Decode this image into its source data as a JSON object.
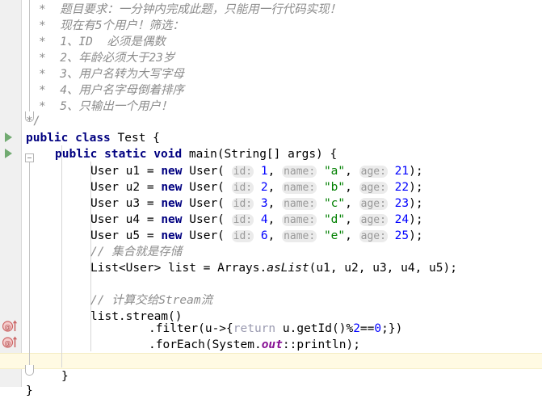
{
  "editor": {
    "language": "Java",
    "theme": "IntelliJ Light",
    "colors": {
      "background": "#ffffff",
      "gutter": "#f0f0f0",
      "caret_line": "#fffae3",
      "keyword": "#000080",
      "string": "#008000",
      "number": "#0000ff",
      "comment": "#8c8c8c",
      "static_field": "#871094",
      "inlay_hint_text": "#999999",
      "inlay_hint_background": "#ebebeb",
      "run_marker": "#5a9e5a",
      "lambda_marker": "#cc6666"
    },
    "gutter_icons": [
      {
        "name": "run-class-marker",
        "line": 9,
        "type": "run-triangle"
      },
      {
        "name": "run-method-marker",
        "line": 10,
        "type": "run-triangle"
      },
      {
        "name": "lambda-marker-filter",
        "line": 21,
        "type": "lambda-arrow"
      },
      {
        "name": "lambda-marker-foreach",
        "line": 22,
        "type": "lambda-arrow"
      }
    ],
    "comment_block": {
      "lines": [
        "*  题目要求：一分钟内完成此题，只能用一行代码实现！",
        "*  现在有5个用户！筛选：",
        "*  1、ID  必须是偶数",
        "*  2、年龄必须大于23岁",
        "*  3、用户名转为大写字母",
        "*  4、用户名字母倒着排序",
        "*  5、只输出一个用户！",
        "*/"
      ]
    },
    "class_declaration": {
      "modifier": "public",
      "keyword": "class",
      "name": "Test",
      "brace": "{"
    },
    "main_method": {
      "modifier": "public",
      "static_kw": "static",
      "return_type": "void",
      "name": "main",
      "params": "(String[] args)",
      "brace": "{"
    },
    "users": [
      {
        "type": "User",
        "var": "u1",
        "new_kw": "new",
        "ctor": "User(",
        "hint_id": "id:",
        "id": "1",
        "hint_name": "name:",
        "name": "\"a\"",
        "hint_age": "age:",
        "age": "21",
        "tail": ");"
      },
      {
        "type": "User",
        "var": "u2",
        "new_kw": "new",
        "ctor": "User(",
        "hint_id": "id:",
        "id": "2",
        "hint_name": "name:",
        "name": "\"b\"",
        "hint_age": "age:",
        "age": "22",
        "tail": ");"
      },
      {
        "type": "User",
        "var": "u3",
        "new_kw": "new",
        "ctor": "User(",
        "hint_id": "id:",
        "id": "3",
        "hint_name": "name:",
        "name": "\"c\"",
        "hint_age": "age:",
        "age": "23",
        "tail": ");"
      },
      {
        "type": "User",
        "var": "u4",
        "new_kw": "new",
        "ctor": "User(",
        "hint_id": "id:",
        "id": "4",
        "hint_name": "name:",
        "name": "\"d\"",
        "hint_age": "age:",
        "age": "24",
        "tail": ");"
      },
      {
        "type": "User",
        "var": "u5",
        "new_kw": "new",
        "ctor": "User(",
        "hint_id": "id:",
        "id": "6",
        "hint_name": "name:",
        "name": "\"e\"",
        "hint_age": "age:",
        "age": "25",
        "tail": ");"
      }
    ],
    "comment_collection": "// 集合就是存储",
    "list_line": {
      "decl": "List<User> list = Arrays.",
      "static_call": "asList",
      "args": "(u1, u2, u3, u4, u5);"
    },
    "comment_stream": "// 计算交给Stream流",
    "stream_chain": {
      "source": "list.stream()",
      "filter_head": ".filter(u->{",
      "filter_kw": "return",
      "filter_body": " u.getId()%",
      "filter_num2": "2",
      "filter_eq": "==",
      "filter_num0": "0",
      "filter_tail": ";})",
      "foreach_head": ".forEach(System.",
      "foreach_field": "out",
      "foreach_tail": "::println);"
    },
    "closing_brace_method": "}",
    "closing_brace_class": "}"
  }
}
